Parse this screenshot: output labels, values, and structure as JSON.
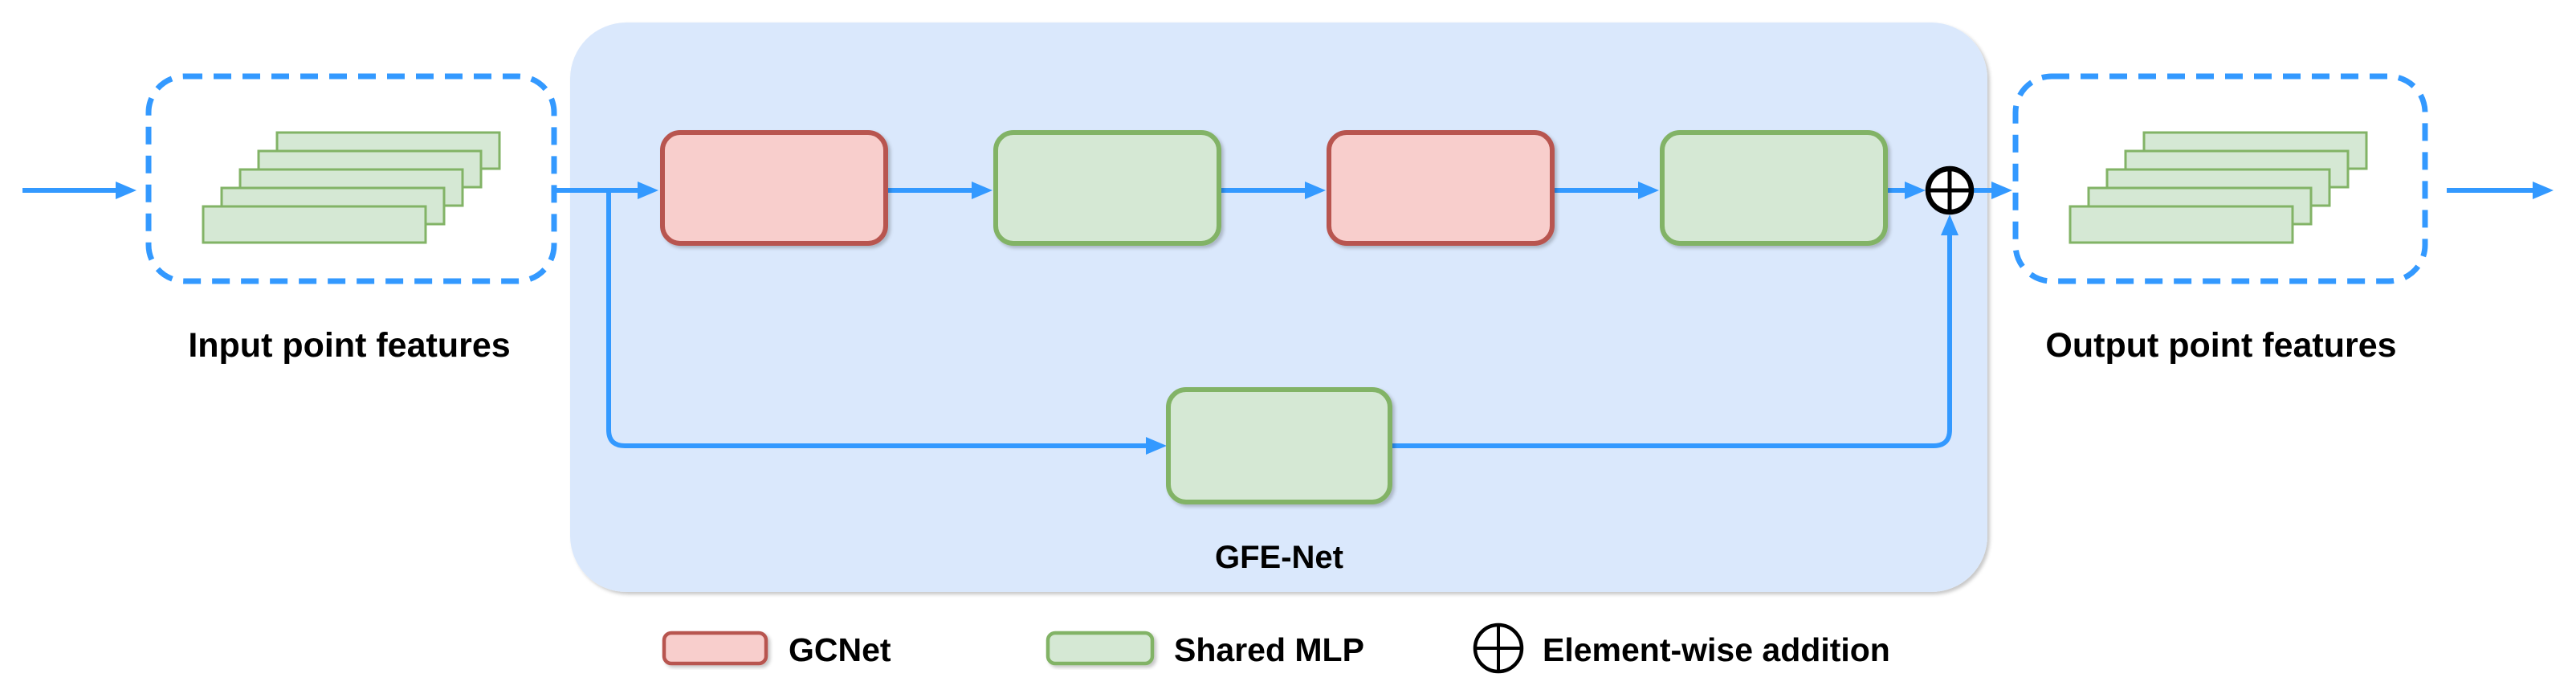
{
  "labels": {
    "input_features": "Input point features",
    "output_features": "Output point features",
    "panel_title": "GFE-Net"
  },
  "legend": {
    "items": [
      {
        "key": "gcnet",
        "label": "GCNet"
      },
      {
        "key": "shared-mlp",
        "label": "Shared MLP"
      },
      {
        "key": "element-wise-addition",
        "label": "Element-wise addition"
      }
    ]
  },
  "diagram": {
    "main_branch_blocks": [
      "GCNet",
      "Shared MLP",
      "GCNet",
      "Shared MLP"
    ],
    "skip_branch_blocks": [
      "Shared MLP"
    ],
    "merge_operator": "element-wise addition",
    "input_feature_layers": 5,
    "output_feature_layers": 5
  },
  "colors": {
    "arrow": "#3399ff",
    "dashed_border": "#3399ff",
    "panel_fill": "#dae8fc",
    "gcnet_fill": "#f8cecc",
    "gcnet_stroke": "#b85450",
    "mlp_fill": "#d5e8d4",
    "mlp_stroke": "#82b366",
    "feature_fill": "#d5e8d4",
    "feature_stroke": "#82b366",
    "operator_stroke": "#000000",
    "operator_fill": "#ffffff",
    "label_text": "#000000",
    "background": "#ffffff"
  }
}
